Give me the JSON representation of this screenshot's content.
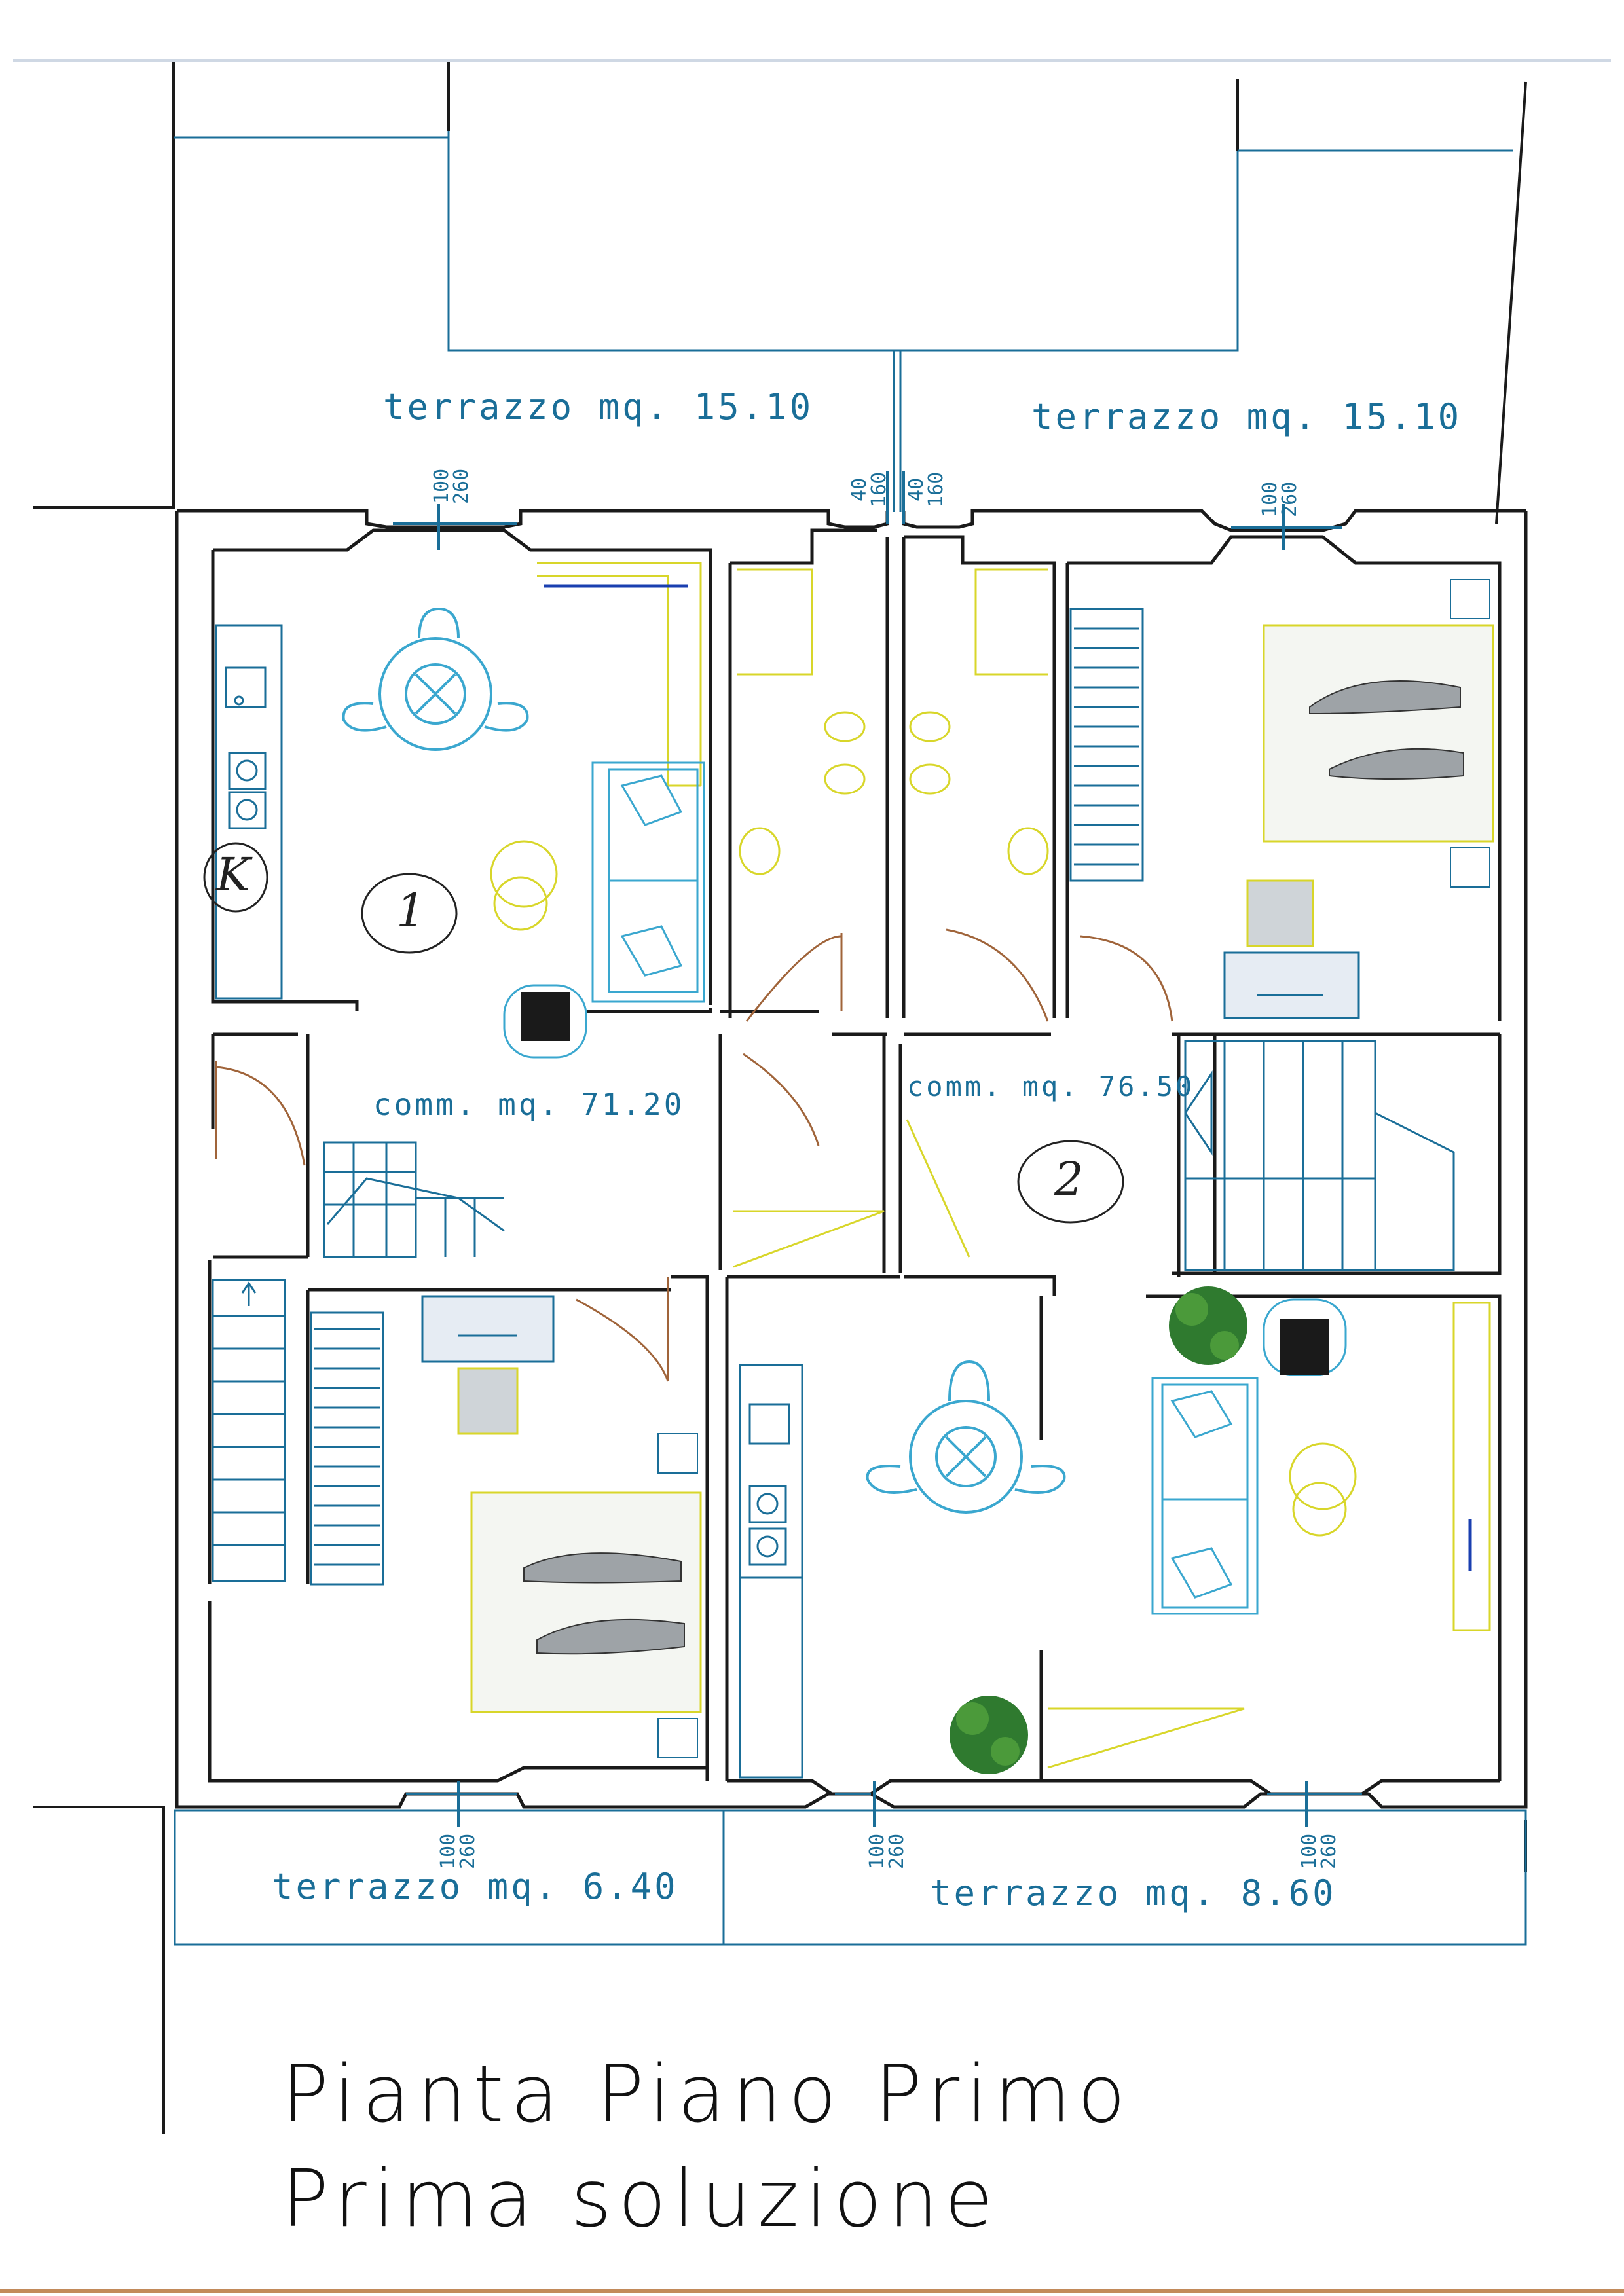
{
  "terraces": {
    "top_left": "terrazzo mq. 15.10",
    "top_right": "terrazzo mq. 15.10",
    "bottom_left": "terrazzo mq. 6.40",
    "bottom_right": "terrazzo mq. 8.60"
  },
  "units": {
    "unit1_area": "comm. mq. 71.20",
    "unit2_area": "comm. mq. 76.50",
    "unit1_mark": "1",
    "unit2_mark": "2",
    "kitchen_mark": "K"
  },
  "window_dims": {
    "w1": [
      "100",
      "260"
    ],
    "w2": [
      "40",
      "160"
    ],
    "w3": [
      "40",
      "160"
    ],
    "w4": [
      "100",
      "260"
    ],
    "w5": [
      "100",
      "260"
    ],
    "w6": [
      "100",
      "260"
    ],
    "w7": [
      "100",
      "260"
    ]
  },
  "title": {
    "line1": "Pianta Piano Primo",
    "line2": "Prima soluzione"
  },
  "colors": {
    "wall": "#1a1a1a",
    "blue": "#1a6e98",
    "cyan": "#3aa7cf",
    "yellow": "#d8d62a",
    "door": "#a0643a",
    "plant": "#2f7a2f"
  }
}
